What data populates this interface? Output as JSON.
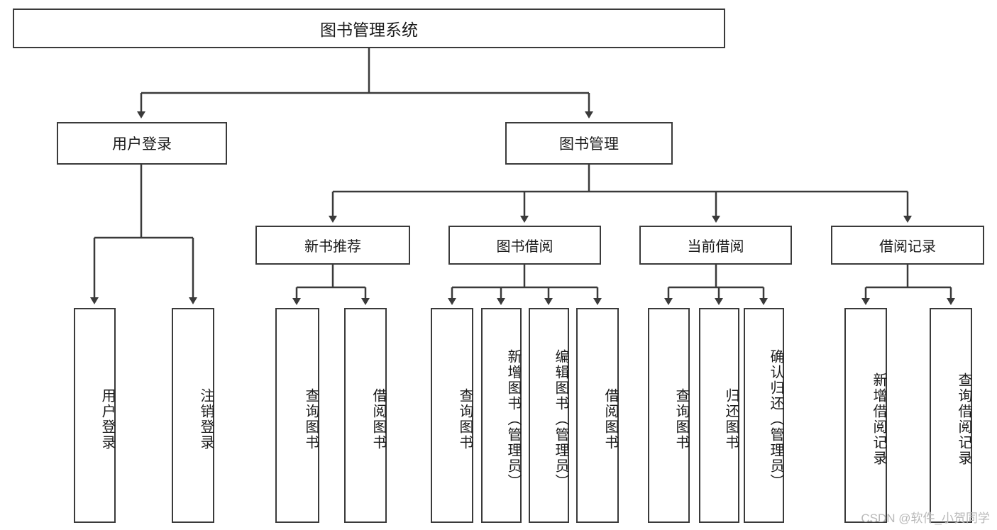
{
  "diagram": {
    "title": "图书管理系统",
    "type": "tree-hierarchy-chart",
    "root": {
      "id": "root",
      "label": "图书管理系统"
    },
    "level2": [
      {
        "id": "user-login",
        "label": "用户登录"
      },
      {
        "id": "book-management",
        "label": "图书管理"
      }
    ],
    "level3": [
      {
        "id": "new-book-recommend",
        "label": "新书推荐"
      },
      {
        "id": "book-borrow",
        "label": "图书借阅"
      },
      {
        "id": "current-borrow",
        "label": "当前借阅"
      },
      {
        "id": "borrow-record",
        "label": "借阅记录"
      }
    ],
    "leaves": [
      {
        "id": "leaf-user-login",
        "label": "用户登录",
        "parent": "user-login"
      },
      {
        "id": "leaf-logout-login",
        "label": "注销登录",
        "parent": "user-login"
      },
      {
        "id": "leaf-query-book-1",
        "label": "查询图书",
        "parent": "new-book-recommend"
      },
      {
        "id": "leaf-borrow-book-1",
        "label": "借阅图书",
        "parent": "new-book-recommend"
      },
      {
        "id": "leaf-query-book-2",
        "label": "查询图书",
        "parent": "book-borrow"
      },
      {
        "id": "leaf-add-book",
        "label": "新增图书（管理员）",
        "parent": "book-borrow"
      },
      {
        "id": "leaf-edit-book",
        "label": "编辑图书（管理员）",
        "parent": "book-borrow"
      },
      {
        "id": "leaf-borrow-book-2",
        "label": "借阅图书",
        "parent": "book-borrow"
      },
      {
        "id": "leaf-query-book-3",
        "label": "查询图书",
        "parent": "current-borrow"
      },
      {
        "id": "leaf-return-book",
        "label": "归还图书",
        "parent": "current-borrow"
      },
      {
        "id": "leaf-confirm-return",
        "label": "确认归还（管理员）",
        "parent": "current-borrow"
      },
      {
        "id": "leaf-add-record",
        "label": "新增借阅记录",
        "parent": "borrow-record"
      },
      {
        "id": "leaf-query-record",
        "label": "查询借阅记录",
        "parent": "borrow-record"
      }
    ],
    "watermark": "CSDN @软件_小贺同学",
    "colors": {
      "stroke": "#3a3a3a",
      "background": "#ffffff",
      "text": "#1a1a1a",
      "watermark": "#b9b9b9"
    }
  }
}
